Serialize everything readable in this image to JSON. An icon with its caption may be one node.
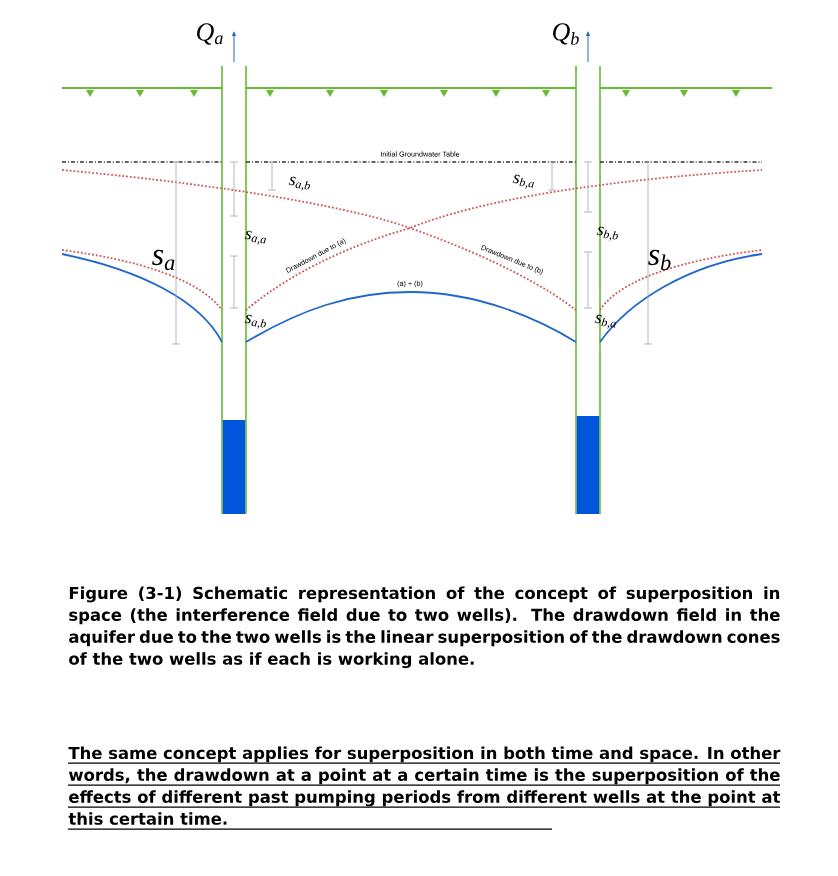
{
  "diagram": {
    "caption": "Figure (3-1) Schematic representation of the concept of superposition in space (the interference field due to two wells). The drawdown field in the aquifer due to the two wells is the linear superposition of the drawdown cones of the two wells as if each is working alone.",
    "labels": [
      "Q$_{a}$",
      "Q$_{b}$",
      "Initial Groundwater Table",
      "s$_{a,b}$",
      "s$_{b,a}$",
      "s$_{a,a}$",
      "s$_{b,b}$",
      "s$_{a}$",
      "s$_{b}$",
      "Drawdown due to (a)",
      "Drawdown due to (b)",
      "(a) + (b)",
      "s$_{a,b}$",
      "s$_{b,a}$",
      "The same concept applies for superposition in both time and space. In other words, the drawdown at a point at a certain time is the superposition of the effects of different past pumping periods from different wells at the point at this certain time."
    ]
  }
}
